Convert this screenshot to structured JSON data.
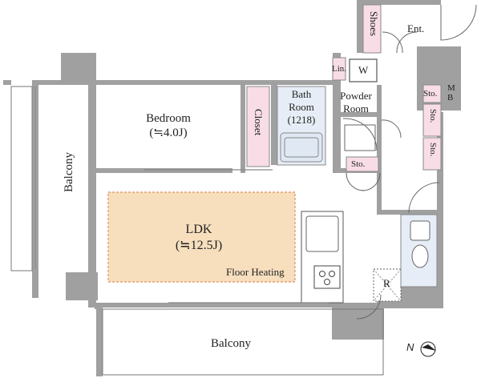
{
  "rooms": {
    "bedroom": {
      "name": "Bedroom",
      "size": "(≒4.0J)"
    },
    "ldk": {
      "name": "LDK",
      "size": "(≒12.5J)",
      "note": "Floor Heating"
    },
    "bath": {
      "name_line1": "Bath",
      "name_line2": "Room",
      "size": "(1218)"
    },
    "powder": {
      "line1": "Powder",
      "line2": "Room"
    },
    "closet": "Closet",
    "shoes": "Shoes",
    "entrance": "Ent.",
    "storage": "Sto.",
    "storage_2": "Sto.",
    "storage_3": "Sto.",
    "storage_4": "Sto.",
    "linen": "Lin.",
    "washer": "W",
    "meter_box": "MB",
    "refrigerator": "R",
    "balcony_left": "Balcony",
    "balcony_bottom": "Balcony"
  },
  "compass": {
    "label": "N"
  },
  "colors": {
    "wall": "#9e9e9e",
    "ldk_floor": "#f7dfbe",
    "ldk_border": "#e09060",
    "storage_pink": "#f8dde6",
    "bath_blue": "#e6edf6"
  }
}
